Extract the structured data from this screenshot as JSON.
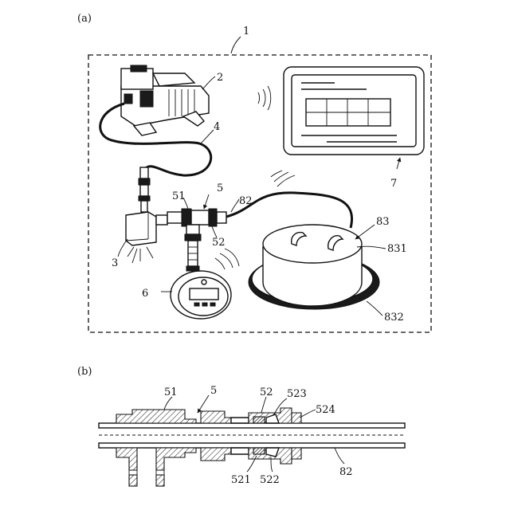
{
  "panels": {
    "a": "(a)",
    "b": "(b)"
  },
  "labels_a": {
    "system": "1",
    "compressor": "2",
    "sensor_unit": "3",
    "hose": "4",
    "connector": "5",
    "gauge": "6",
    "tablet": "7",
    "part51": "51",
    "part52": "52",
    "tube82": "82",
    "cushion83": "83",
    "cushion831": "831",
    "cushion832": "832"
  },
  "labels_b": {
    "part51": "51",
    "connector": "5",
    "part52": "52",
    "part523": "523",
    "part524": "524",
    "part521": "521",
    "part522": "522",
    "tube82": "82"
  }
}
